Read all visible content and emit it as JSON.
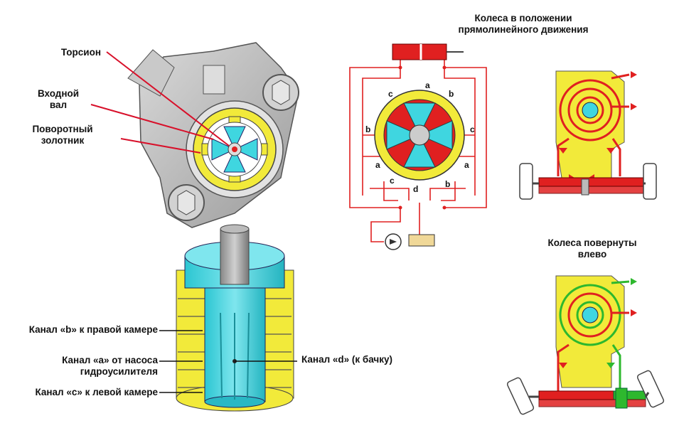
{
  "labels": {
    "torsion": "Торсион",
    "input_shaft_1": "Входной",
    "input_shaft_2": "вал",
    "rotary_valve_1": "Поворотный",
    "rotary_valve_2": "золотник",
    "channel_b": "Канал «b» к правой камере",
    "channel_a_1": "Канал «а» от насоса",
    "channel_a_2": "гидроусилителя",
    "channel_c": "Канал «с» к левой камере",
    "channel_d": "Канал «d» (к бачку)",
    "straight_1": "Колеса в положении",
    "straight_2": "прямолинейного движения",
    "left_1": "Колеса повернуты",
    "left_2": "влево"
  },
  "valve_ports": {
    "a": "a",
    "b": "b",
    "c": "c",
    "d": "d"
  },
  "colors": {
    "housing_gray": "#b9b9b9",
    "valve_yellow": "#f2ea3a",
    "valve_cyan": "#3fd6e0",
    "pressure_red": "#e02020",
    "return_green": "#2eb82e",
    "leader_red": "#d8102a"
  }
}
